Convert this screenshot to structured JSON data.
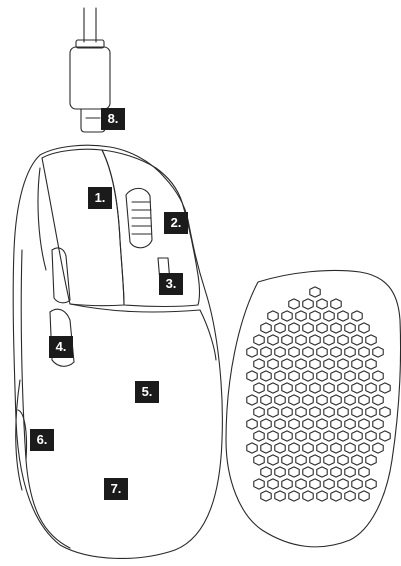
{
  "callouts": {
    "c1": "1.",
    "c2": "2.",
    "c3": "3.",
    "c4": "4.",
    "c5": "5.",
    "c6": "6.",
    "c7": "7.",
    "c8": "8."
  },
  "colors": {
    "line": "#2a2a2a",
    "label_bg": "#1b1b1b",
    "label_text": "#ffffff"
  },
  "icons": [
    "mouse-body-outline",
    "usb-c-cable",
    "honeycomb-side-panel",
    "scroll-wheel"
  ]
}
